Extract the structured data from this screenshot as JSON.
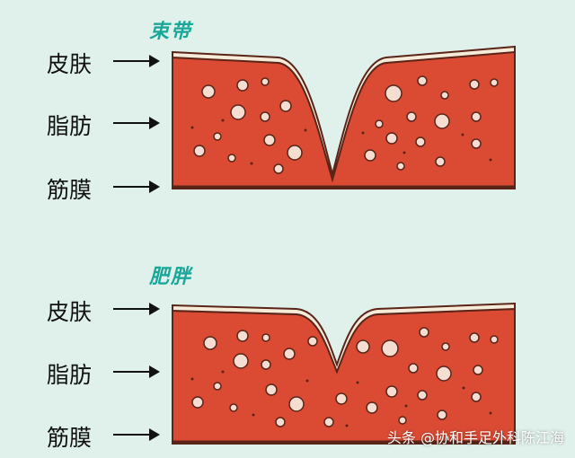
{
  "panels": [
    {
      "title": "束带",
      "labels": {
        "skin": "皮肤",
        "fat": "脂肪",
        "fascia": "筋膜"
      }
    },
    {
      "title": "肥胖",
      "labels": {
        "skin": "皮肤",
        "fat": "脂肪",
        "fascia": "筋膜"
      }
    }
  ],
  "watermark": "头条 @协和手足外科陈江海",
  "colors": {
    "background": "#dff1ea",
    "fat": "#db4b34",
    "skin": "#f6ead9",
    "outline": "#5a2418",
    "title": "#1aa79a"
  }
}
